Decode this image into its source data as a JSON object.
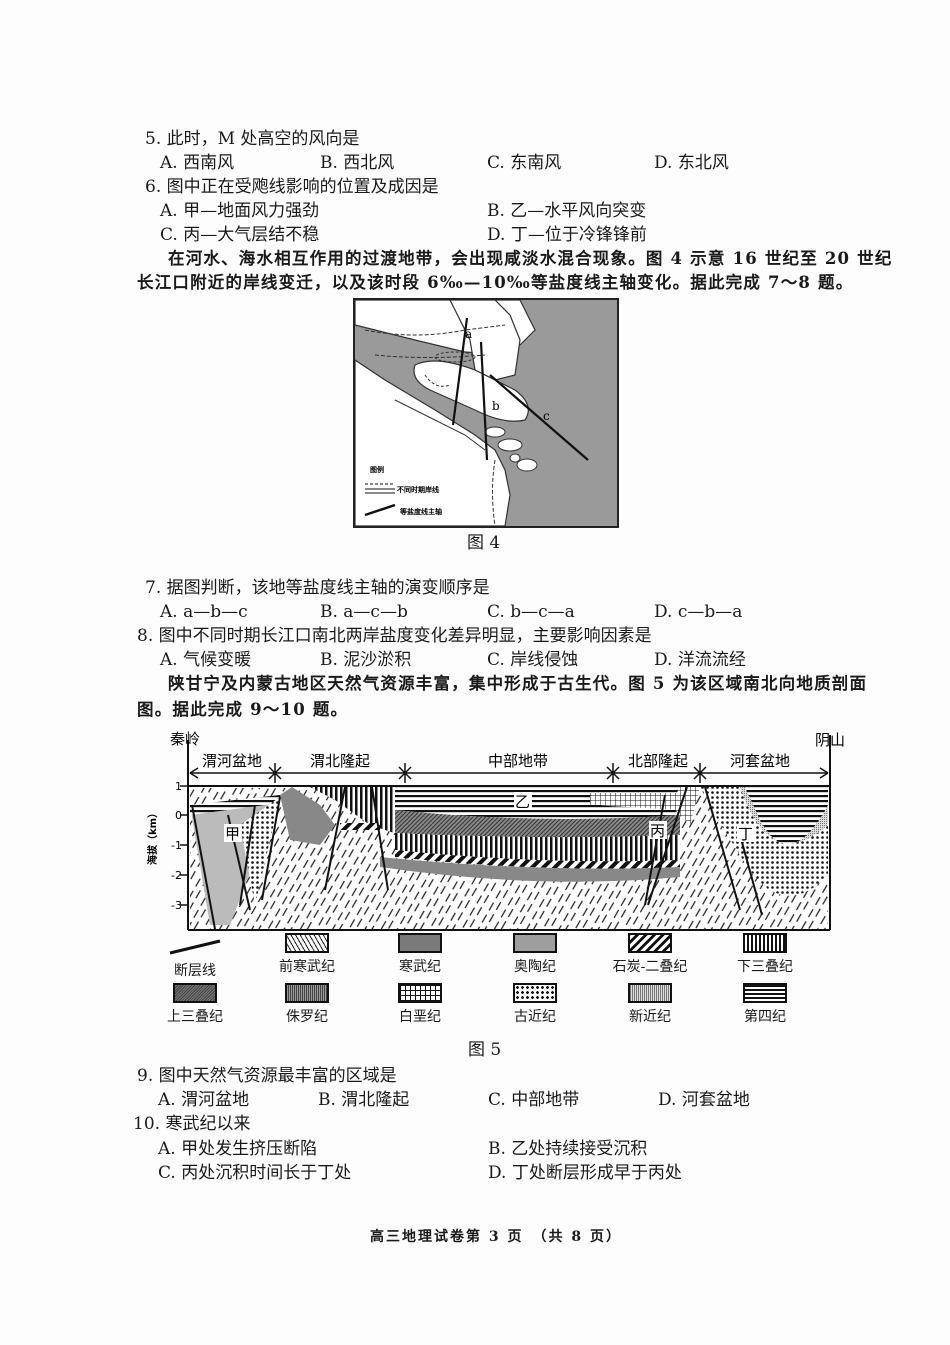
{
  "q5": {
    "stem": "5. 此时，M 处高空的风向是",
    "options": [
      "A. 西南风",
      "B. 西北风",
      "C. 东南风",
      "D. 东北风"
    ]
  },
  "q6": {
    "stem": "6. 图中正在受飑线影响的位置及成因是",
    "options": [
      "A. 甲—地面风力强劲",
      "B. 乙—水平风向突变",
      "C. 丙—大气层结不稳",
      "D. 丁—位于冷锋锋前"
    ]
  },
  "intro_7_8": {
    "line1": "在河水、海水相互作用的过渡地带，会出现咸淡水混合现象。图 4 示意 16 世纪至 20 世纪",
    "line2": "长江口附近的岸线变迁，以及该时段 6‰—10‰等盐度线主轴变化。据此完成 7～8 题。"
  },
  "figure4": {
    "caption": "图 4",
    "labels": [
      "a",
      "b",
      "c"
    ],
    "legend_title": "图例",
    "legend": [
      {
        "symbol": "dashed-and-double-line",
        "label": "不同时期岸线"
      },
      {
        "symbol": "thick-line",
        "label": "等盐度线主轴"
      }
    ],
    "colors": {
      "sea": "#9a9a9a",
      "land": "#ffffff"
    }
  },
  "q7": {
    "stem": "7. 据图判断，该地等盐度线主轴的演变顺序是",
    "options": [
      "A. a—b—c",
      "B. a—c—b",
      "C. b—c—a",
      "D. c—b—a"
    ]
  },
  "q8": {
    "stem": "8. 图中不同时期长江口南北两岸盐度变化差异明显，主要影响因素是",
    "options": [
      "A. 气候变暖",
      "B. 泥沙淤积",
      "C. 岸线侵蚀",
      "D. 洋流流经"
    ]
  },
  "intro_9_10": {
    "line1": "陕甘宁及内蒙古地区天然气资源丰富，集中形成于古生代。图 5 为该区域南北向地质剖面",
    "line2": "图。据此完成 9～10 题。"
  },
  "figure5": {
    "caption": "图 5",
    "left_end": "秦岭",
    "right_end": "阴山",
    "regions": [
      "渭河盆地",
      "渭北隆起",
      "中部地带",
      "北部隆起",
      "河套盆地"
    ],
    "y_axis_label": "海拔（km）",
    "y_ticks": [
      "1",
      "0",
      "-1",
      "-2",
      "-3"
    ],
    "point_labels": [
      "甲",
      "乙",
      "丙",
      "丁"
    ],
    "legend": [
      {
        "label": "断层线",
        "pattern": "fault"
      },
      {
        "label": "前寒武纪",
        "pattern": "sketch"
      },
      {
        "label": "寒武纪",
        "pattern": "dark-gray"
      },
      {
        "label": "奥陶纪",
        "pattern": "mid-gray"
      },
      {
        "label": "石炭-二叠纪",
        "pattern": "diagonal"
      },
      {
        "label": "下三叠纪",
        "pattern": "vertical"
      },
      {
        "label": "上三叠纪",
        "pattern": "dense-diagonal"
      },
      {
        "label": "侏罗纪",
        "pattern": "dense-vertical"
      },
      {
        "label": "白垩纪",
        "pattern": "grid"
      },
      {
        "label": "古近纪",
        "pattern": "dots"
      },
      {
        "label": "新近纪",
        "pattern": "fine-grid"
      },
      {
        "label": "第四纪",
        "pattern": "horizontal"
      }
    ]
  },
  "q9": {
    "stem": "9. 图中天然气资源最丰富的区域是",
    "options": [
      "A. 渭河盆地",
      "B. 渭北隆起",
      "C. 中部地带",
      "D. 河套盆地"
    ]
  },
  "q10": {
    "stem": "10. 寒武纪以来",
    "options": [
      "A. 甲处发生挤压断陷",
      "B. 乙处持续接受沉积",
      "C. 丙处沉积时间长于丁处",
      "D. 丁处断层形成早于丙处"
    ]
  },
  "footer": {
    "text": "高三地理试卷第 3 页　（共 8 页）"
  }
}
